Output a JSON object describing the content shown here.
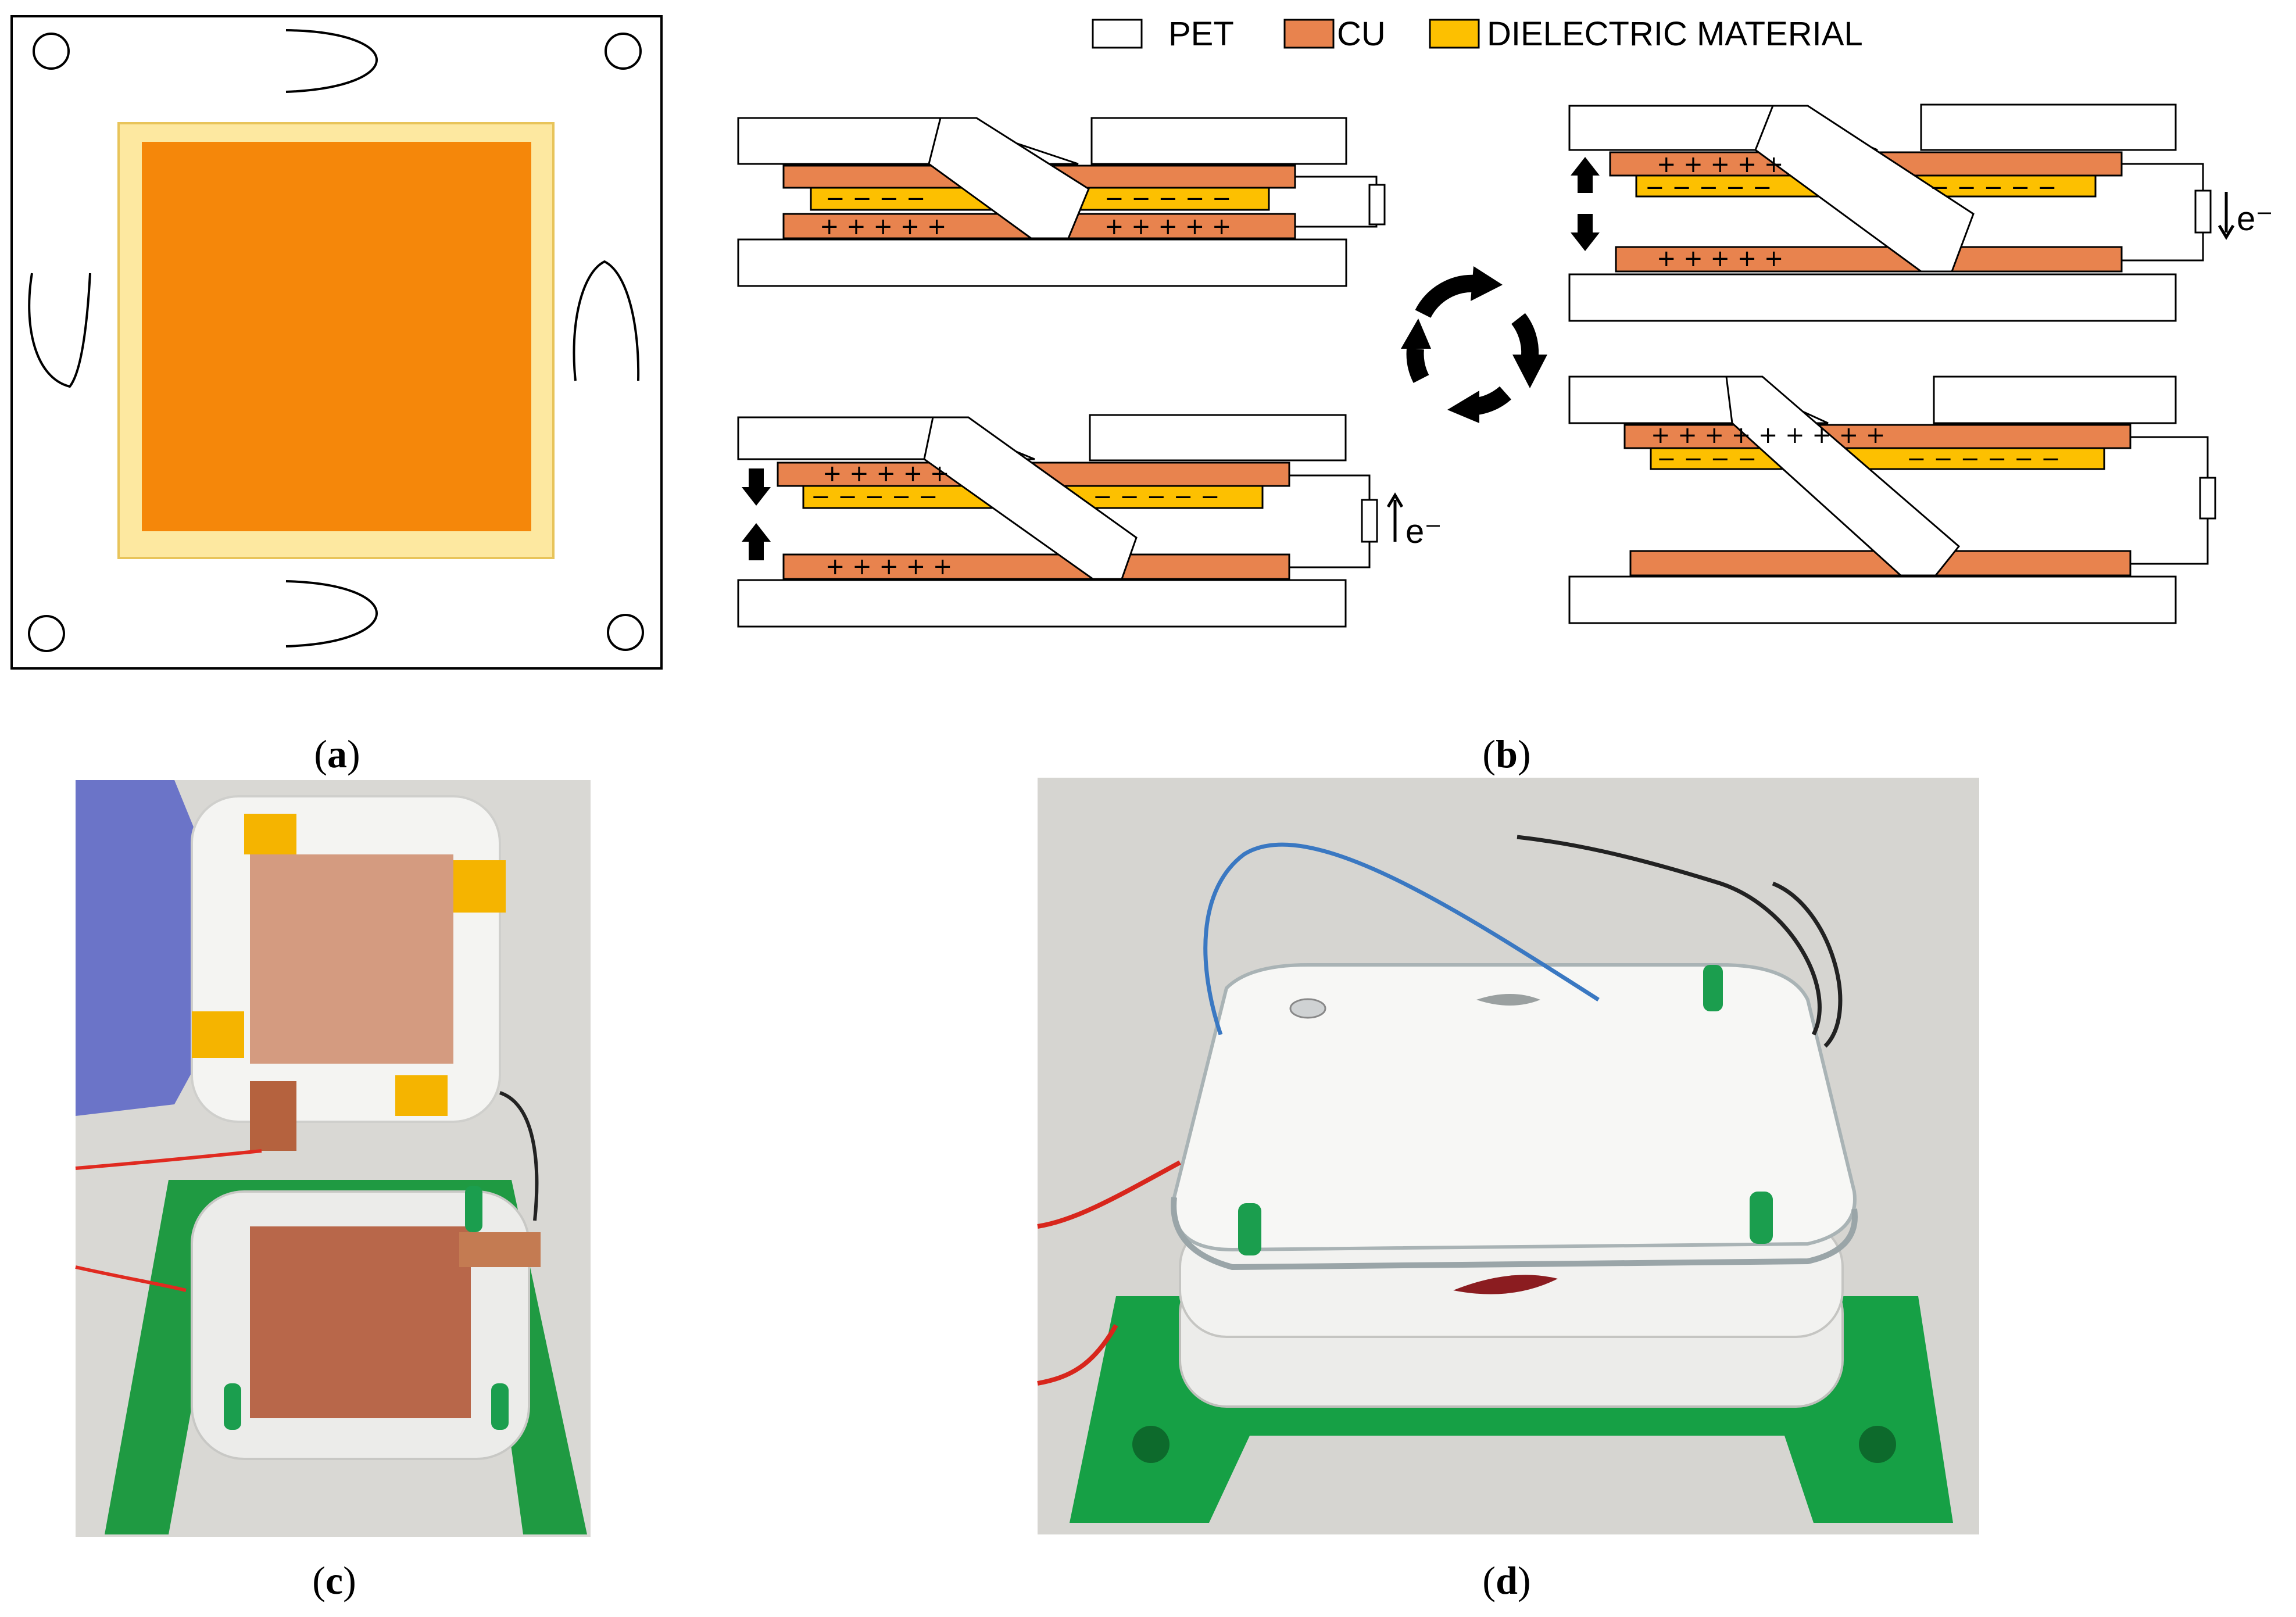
{
  "legend": {
    "items": [
      {
        "label": "PET",
        "color": "#ffffff"
      },
      {
        "label": "CU",
        "color": "#e8834e"
      },
      {
        "label": "DIELECTRIC MATERIAL",
        "color": "#fdc000"
      }
    ]
  },
  "electron_label": "e⁻",
  "captions": {
    "a": {
      "open": "(",
      "letter": "a",
      "close": ")"
    },
    "b": {
      "open": "(",
      "letter": "b",
      "close": ")"
    },
    "c": {
      "open": "(",
      "letter": "c",
      "close": ")"
    },
    "d": {
      "open": "(",
      "letter": "d",
      "close": ")"
    }
  },
  "colors": {
    "copper": "#e8834e",
    "dielectric": "#fdc000",
    "pad_orange": "#f5870a",
    "pad_border": "#fde8a0",
    "pet": "#ffffff",
    "cycle_arrows": "#000000"
  },
  "icons": {
    "cycle": "circular-arrows-icon",
    "press": "double-arrow-icon",
    "resistor": "resistor-icon"
  }
}
